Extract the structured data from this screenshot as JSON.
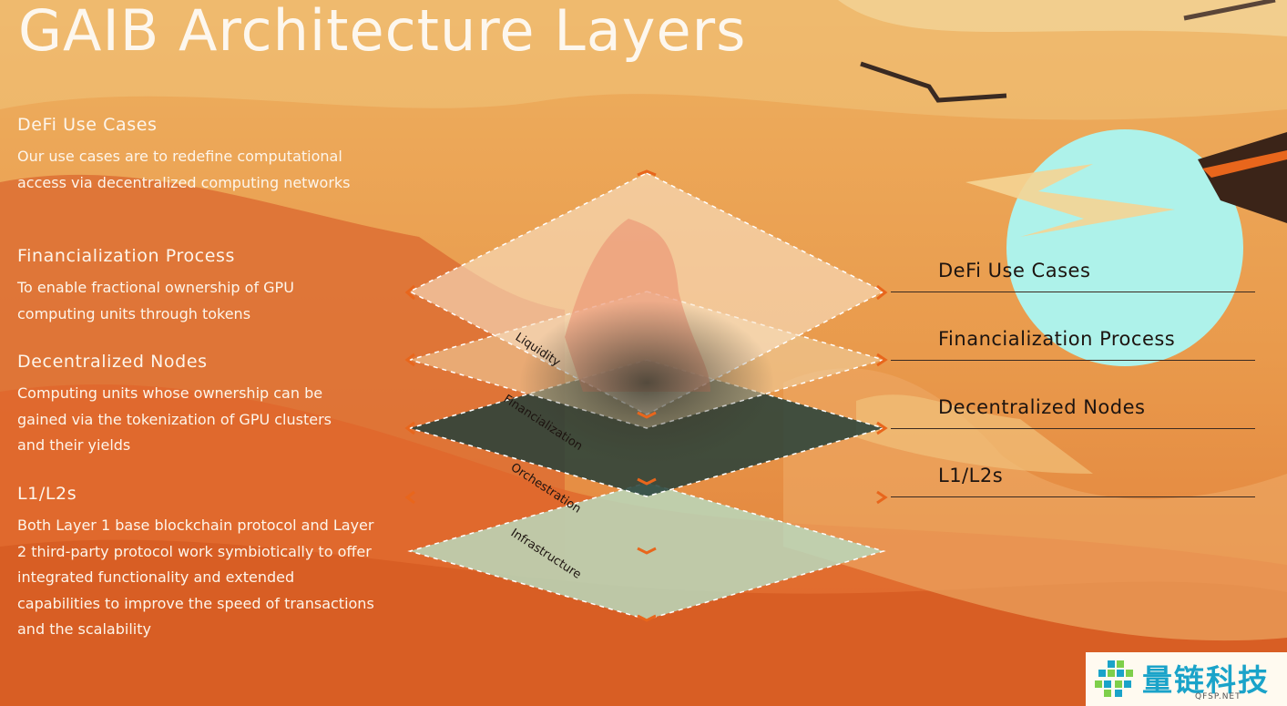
{
  "title": "GAIB Architecture Layers",
  "sections": [
    {
      "heading": "DeFi Use Cases",
      "body": "Our use cases are to redefine computational access via decentralized computing networks"
    },
    {
      "heading": "Financialization Process",
      "body": "To enable fractional ownership of GPU computing units through tokens"
    },
    {
      "heading": "Decentralized Nodes",
      "body": "Computing units whose ownership can be gained via the tokenization of GPU clusters and their yields"
    },
    {
      "heading": "L1/L2s",
      "body": "Both Layer 1 base blockchain protocol and Layer 2 third-party protocol work symbiotically to offer integrated functionality and extended capabilities to improve the speed of transactions and the scalability"
    }
  ],
  "right_labels": [
    "DeFi Use Cases",
    "Financialization Process",
    "Decentralized Nodes",
    "L1/L2s"
  ],
  "layers": [
    "Liquidity",
    "Financialization",
    "Orchestration",
    "Infrastructure"
  ],
  "logo": {
    "text": "量链科技",
    "sub": "QFSP.NET",
    "icon": "pixel-cross-icon"
  },
  "colors": {
    "accent": "#e8661c",
    "background": "#e7954a",
    "label_text": "#1d1410"
  }
}
